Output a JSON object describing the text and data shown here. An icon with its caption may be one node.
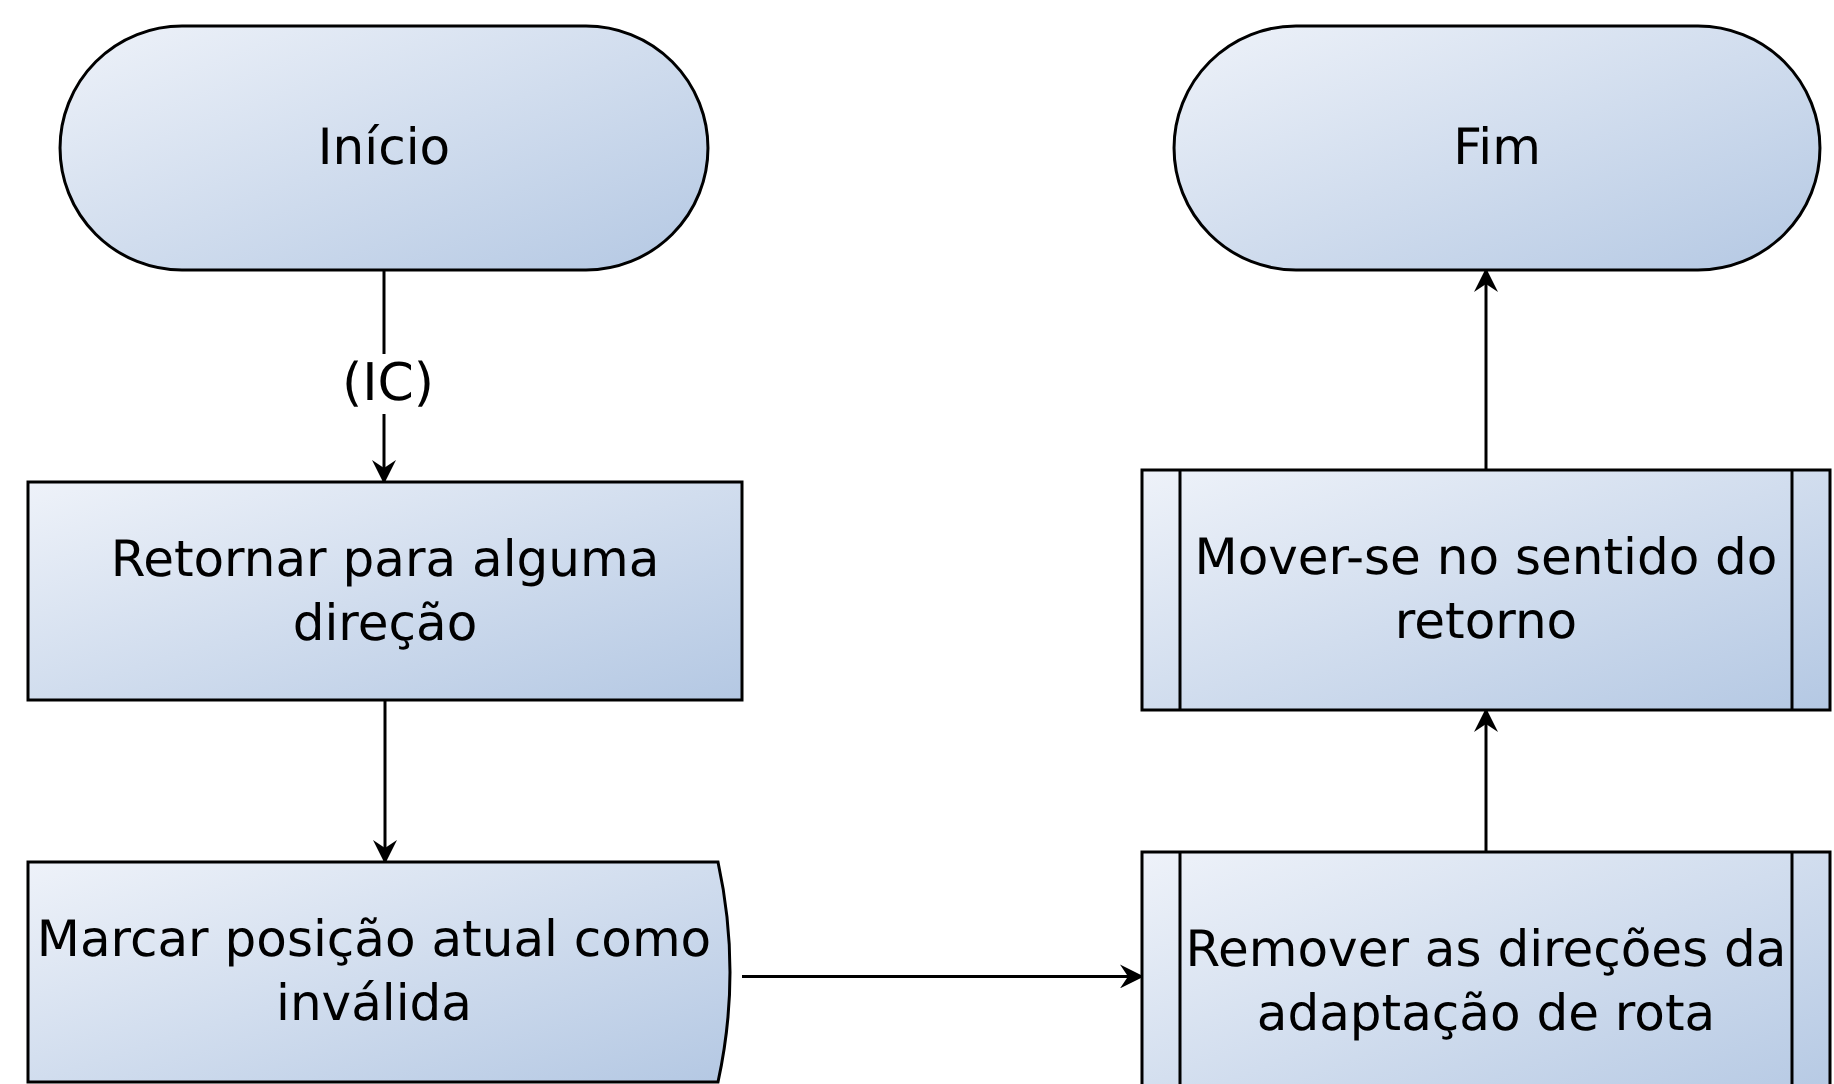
{
  "diagram": {
    "nodes": [
      {
        "text": [
          "Início"
        ]
      },
      {
        "text": [
          "Fim"
        ]
      },
      {
        "text": [
          "Retornar para alguma direção"
        ]
      },
      {
        "text": [
          "Mover-se no sentido do retorno"
        ]
      },
      {
        "text": [
          "Marcar posição atual como inválida"
        ]
      },
      {
        "text": [
          "Remover as direções da adaptação de rota"
        ]
      }
    ],
    "edges": [
      {
        "from": 0,
        "to": 2,
        "arrow": "to",
        "label": "(IC)"
      },
      {
        "from": 2,
        "to": 4,
        "arrow": "to"
      },
      {
        "from": 4,
        "to": 5,
        "arrow": "to"
      },
      {
        "from": 5,
        "to": 3,
        "arrow": "to"
      },
      {
        "from": 3,
        "to": 1,
        "arrow": "to"
      }
    ]
  }
}
